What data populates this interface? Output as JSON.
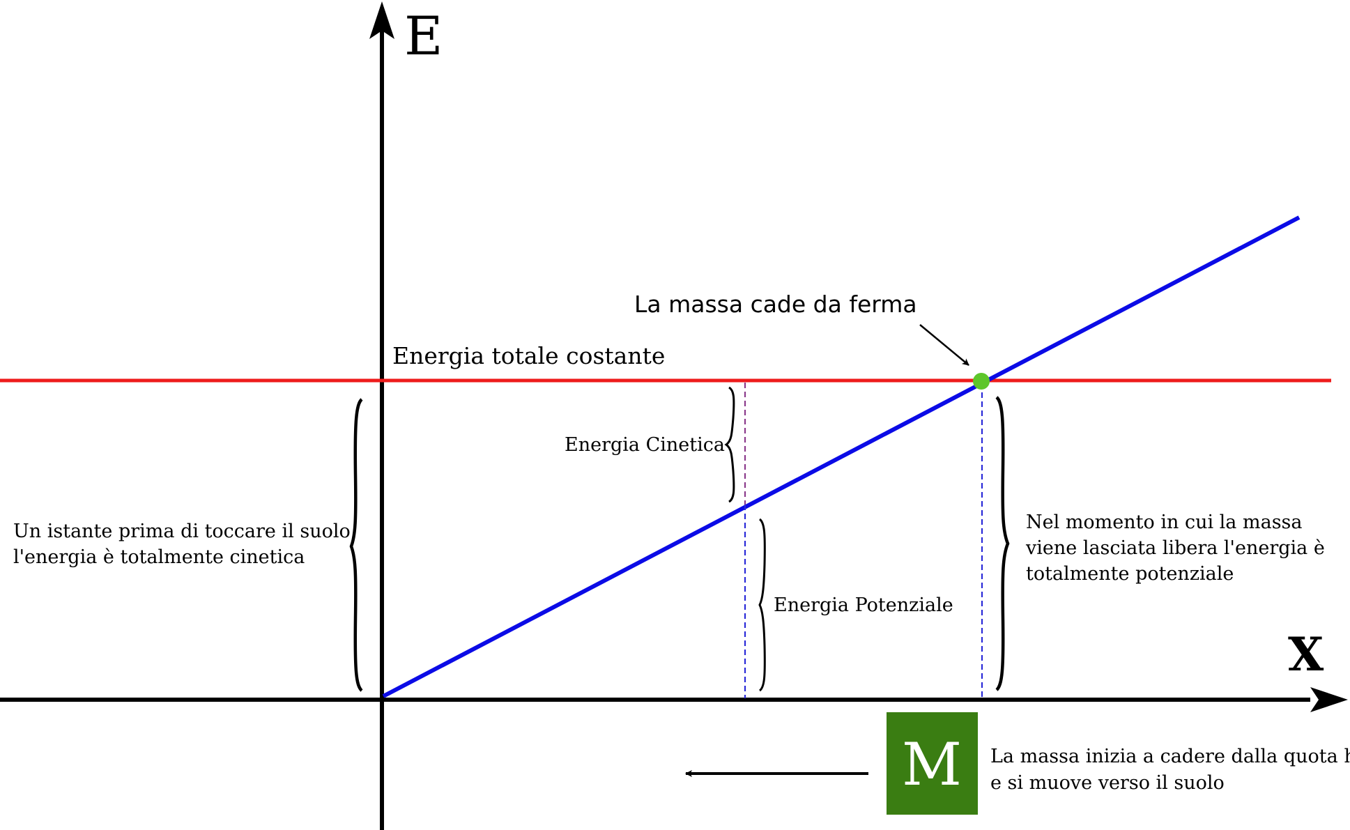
{
  "axes": {
    "y_label": "E",
    "x_label": "X"
  },
  "labels": {
    "total_energy": "Energia totale costante",
    "mass_starts": "La massa cade da ferma",
    "kinetic": "Energia Cinetica",
    "potential": "Energia Potenziale",
    "left_note": [
      "Un istante prima di toccare il suolo",
      "l'energia è totalmente cinetica"
    ],
    "right_note": [
      "Nel momento in cui la massa",
      "viene lasciata libera l'energia è",
      "totalmente potenziale"
    ],
    "bottom_note": [
      "La massa inizia a cadere dalla quota h",
      "e si muove verso il suolo"
    ],
    "mass_letter": "M"
  },
  "colors": {
    "total_energy_line": "#ee1c1c",
    "potential_line": "#0b0be6",
    "start_point": "#5ec62b",
    "mass_box": "#3a7d12",
    "mass_letter": "#ffffff",
    "kinetic_guide": "#8b3a8b",
    "potential_guide": "#2a2ad8",
    "axes": "#000000"
  }
}
